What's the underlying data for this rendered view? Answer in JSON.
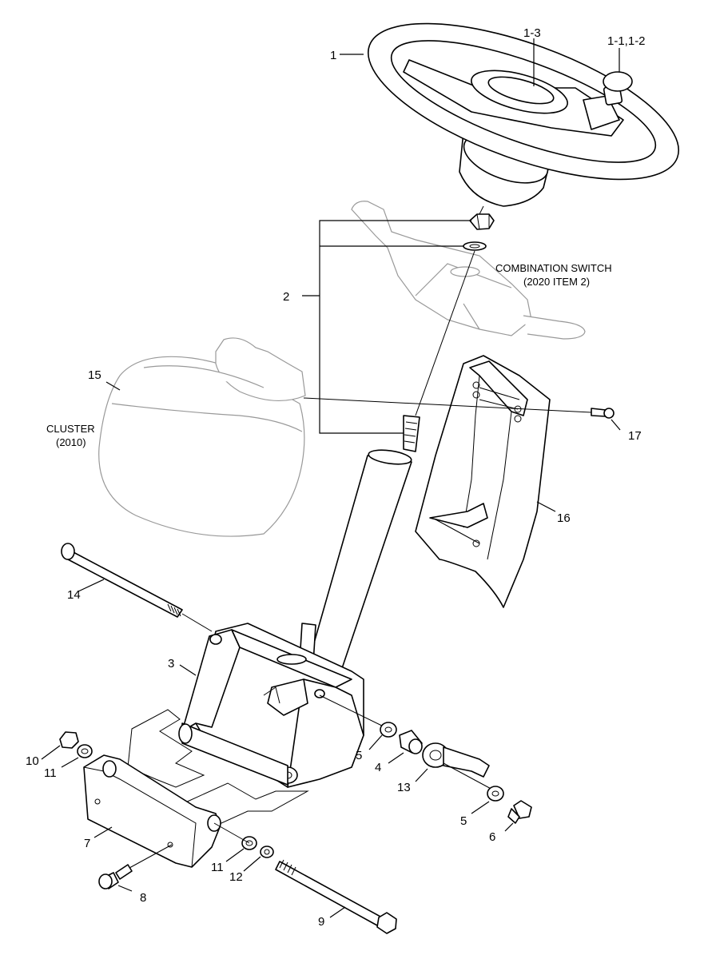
{
  "labels": {
    "p1": "1",
    "p1_3": "1-3",
    "p1_1_2": "1-1,1-2",
    "p2": "2",
    "p3": "3",
    "p4": "4",
    "p5a": "5",
    "p5b": "5",
    "p6": "6",
    "p7": "7",
    "p8": "8",
    "p9": "9",
    "p10": "10",
    "p11a": "11",
    "p11b": "11",
    "p12": "12",
    "p13": "13",
    "p14": "14",
    "p15": "15",
    "p16": "16",
    "p17": "17"
  },
  "notes": {
    "combination_switch_line1": "COMBINATION SWITCH",
    "combination_switch_line2": "(2020  ITEM 2)",
    "cluster_line1": "CLUSTER",
    "cluster_line2": "(2010)"
  }
}
